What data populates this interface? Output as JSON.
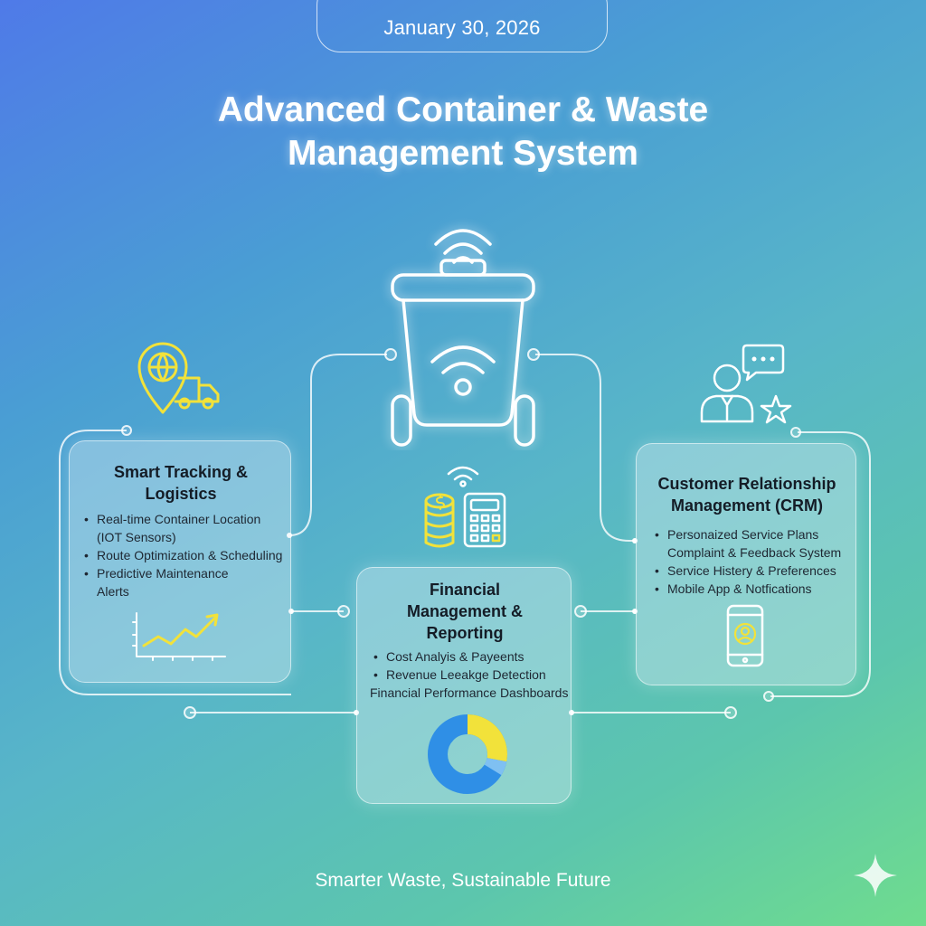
{
  "header": {
    "date": "January 30, 2026",
    "title_line1": "Advanced Container & Waste",
    "title_line2": "Management System"
  },
  "cards": {
    "tracking": {
      "title_line1": "Smart Tracking &",
      "title_line2": "Logistics",
      "bullets": [
        "Real-time Container Location",
        "(IOT Sensors)",
        "Route Optimization & Scheduling",
        "Predictive Maintenance",
        "Alerts"
      ]
    },
    "financial": {
      "title_line1": "Financial",
      "title_line2": "Management &",
      "title_line3": "Reporting",
      "bullets": [
        "Cost Analyis & Payeents",
        "Revenue Leeakge Detection",
        "Financial Performance Dashboards"
      ]
    },
    "crm": {
      "title_line1": "Customer Relationship",
      "title_line2": "Management (CRM)",
      "bullets": [
        "Personaized Service Plans",
        "Complaint & Feedback System",
        "Service Histery & Preferences",
        "Mobile App & Notfications"
      ]
    }
  },
  "footer": {
    "tagline": "Smarter Waste, Sustainable Future"
  },
  "icons": {
    "hub": "smart-bin-wifi-icon",
    "tracking": "location-pin-truck-icon",
    "tracking_chart": "line-chart-icon",
    "financial": "coins-calculator-wifi-icon",
    "financial_chart": "donut-chart-icon",
    "crm": "person-chat-star-icon",
    "crm_phone": "mobile-app-icon",
    "corner": "sparkle-icon"
  },
  "colors": {
    "accent_yellow": "#f2e23a",
    "accent_blue": "#2f8fe6",
    "line_white": "#ffffff"
  }
}
